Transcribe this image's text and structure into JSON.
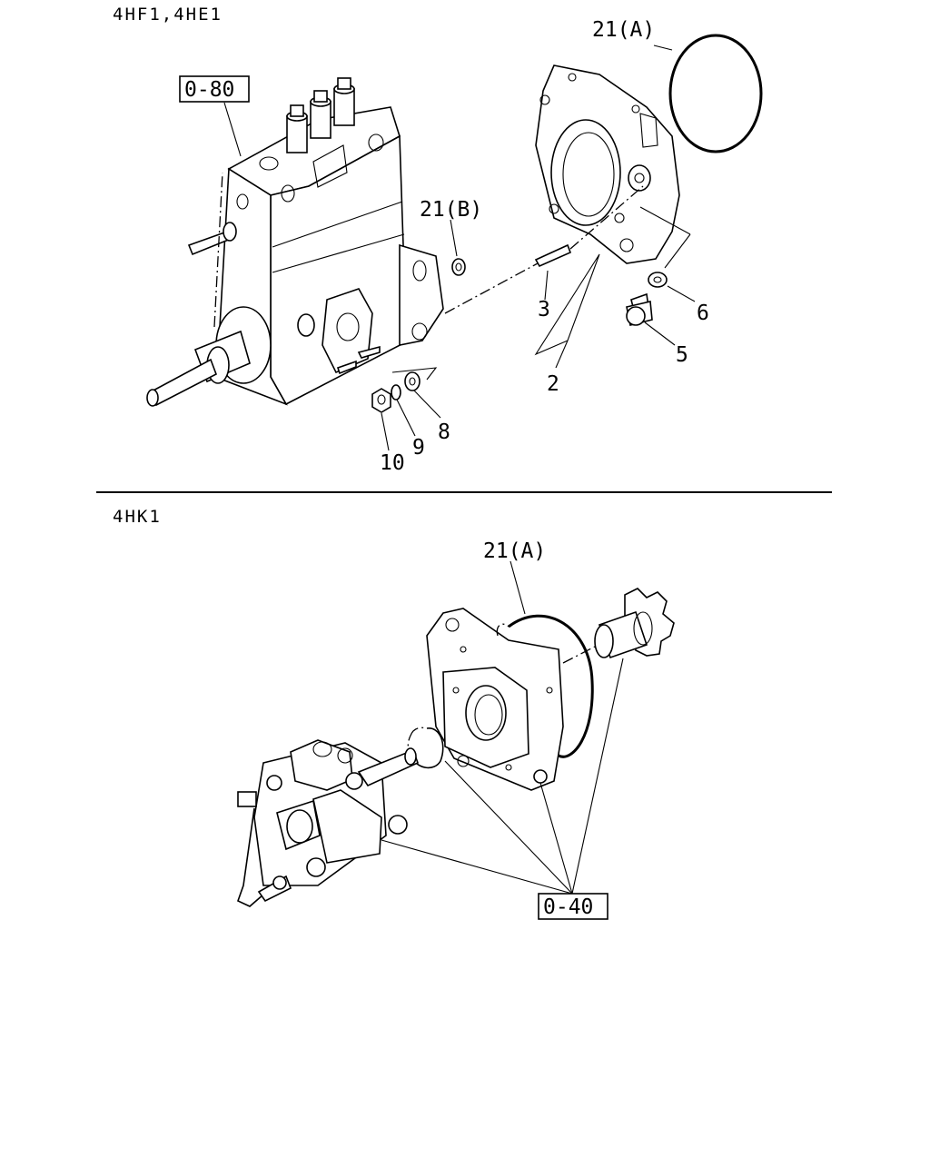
{
  "sections": [
    {
      "header": "4HF1,4HE1",
      "ref_box": "0-80",
      "callouts": {
        "c21a": "21(A)",
        "c21b": "21(B)",
        "c3": "3",
        "c2": "2",
        "c6": "6",
        "c5": "5",
        "c8": "8",
        "c9": "9",
        "c10": "10"
      }
    },
    {
      "header": "4HK1",
      "ref_box": "0-40",
      "callouts": {
        "c21a": "21(A)"
      }
    }
  ]
}
